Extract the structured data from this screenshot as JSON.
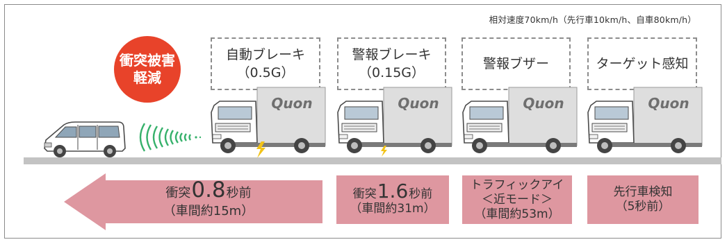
{
  "caption": "相対速度70km/h（先行車10km/h、自車80km/h）",
  "badge": {
    "line1": "衝突被害",
    "line2": "軽減"
  },
  "stages": [
    {
      "line1": "自動ブレーキ",
      "line2": "（0.5G）"
    },
    {
      "line1": "警報ブレーキ",
      "line2": "（0.15G）"
    },
    {
      "line1": "警報ブザー",
      "line2": ""
    },
    {
      "line1": "ターゲット感知",
      "line2": ""
    }
  ],
  "truck_brand": "Quon",
  "timing": {
    "arrow": {
      "prefix": "衝突",
      "value": "0.8",
      "suffix": "秒前",
      "distance": "（車間約15m）"
    },
    "box2": {
      "prefix": "衝突",
      "value": "1.6",
      "suffix": "秒前",
      "distance": "（車間約31m）"
    },
    "box3": {
      "line1": "トラフィックアイ",
      "line2": "＜近モード＞",
      "line3": "（車間約53m）"
    },
    "box4": {
      "line1": "先行車検知",
      "line2": "（5秒前）"
    }
  },
  "colors": {
    "badge": "#e8432a",
    "timeline": "#de97a0",
    "dashed_border": "#8c8c8c",
    "road": "#c3c3c3",
    "sensor_waves": "#36b16b",
    "brake_spark": "#f2c318"
  },
  "icons": [
    "van-icon",
    "truck-icon",
    "sensor-wave-icon",
    "brake-spark-icon"
  ]
}
